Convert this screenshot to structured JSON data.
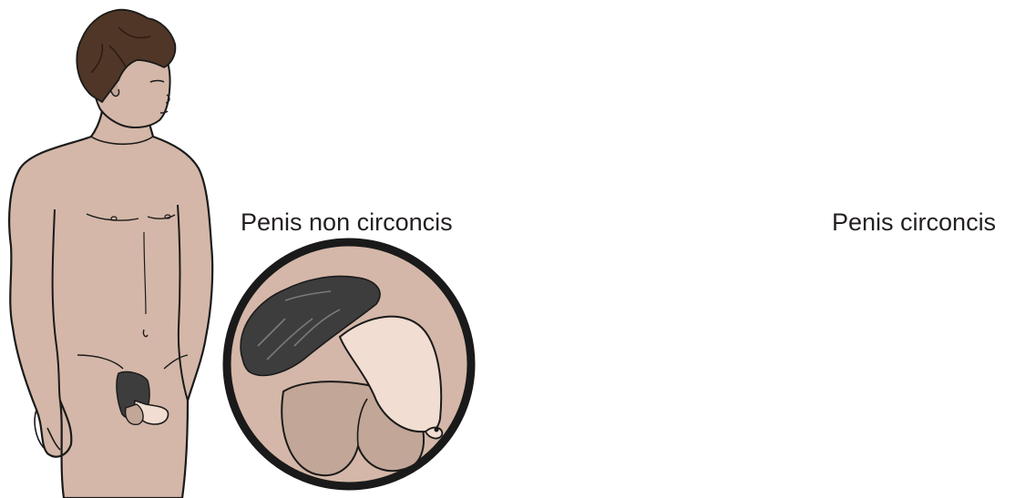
{
  "panels": [
    {
      "label": "Penis non circoncis"
    },
    {
      "label": "Penis circoncis"
    }
  ],
  "colors": {
    "skin": "#d4b7a8",
    "skin_light": "#f1ddd1",
    "skin_shadow": "#c2a697",
    "hair": "#4f3626",
    "pubic_hair": "#3d3d3d",
    "outline": "#1a1a1a",
    "divider": "#e8b4aa",
    "zoom_ring": "#1a1a1a"
  },
  "icons": [
    "person-illustration",
    "zoom-circle-icon"
  ]
}
